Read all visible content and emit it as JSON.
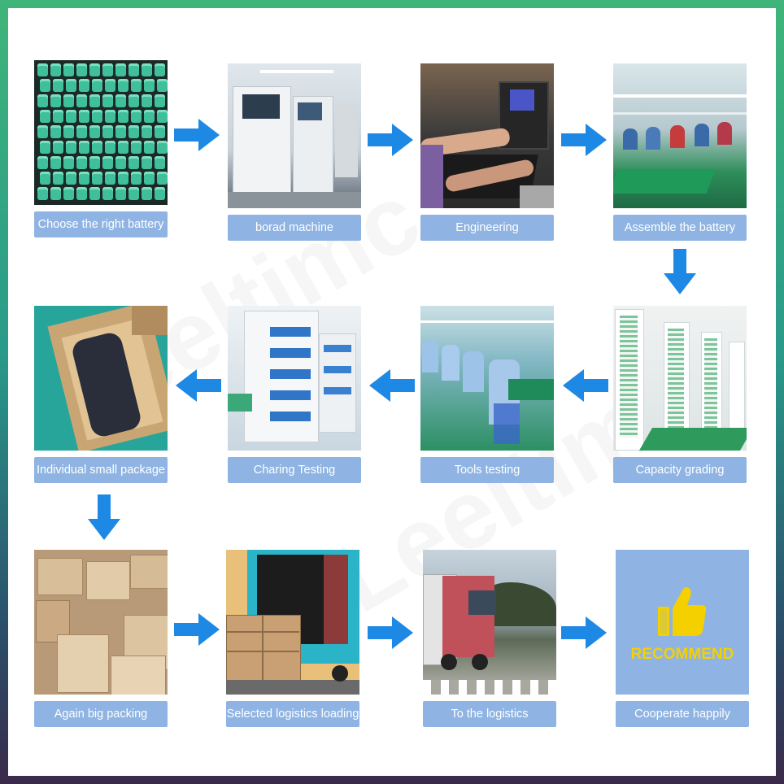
{
  "steps": [
    {
      "id": "choose-battery",
      "label": "Choose the right battery"
    },
    {
      "id": "board-machine",
      "label": "borad machine"
    },
    {
      "id": "engineering",
      "label": "Engineering"
    },
    {
      "id": "assemble",
      "label": "Assemble the battery"
    },
    {
      "id": "capacity",
      "label": "Capacity grading"
    },
    {
      "id": "tools",
      "label": "Tools testing"
    },
    {
      "id": "charging",
      "label": "Charing Testing"
    },
    {
      "id": "package",
      "label": "Individual small package"
    },
    {
      "id": "big-packing",
      "label": "Again big packing"
    },
    {
      "id": "loading",
      "label": "Selected logistics loading"
    },
    {
      "id": "logistics",
      "label": "To the logistics"
    },
    {
      "id": "cooperate",
      "label": "Cooperate happily"
    }
  ],
  "recommend_badge": {
    "text": "RECOMMEND",
    "icon": "thumbs-up-icon"
  },
  "colors": {
    "arrow": "#1e88e5",
    "label_bg": "#8fb4e3",
    "label_text": "#ffffff",
    "badge_text": "#f4d000"
  }
}
